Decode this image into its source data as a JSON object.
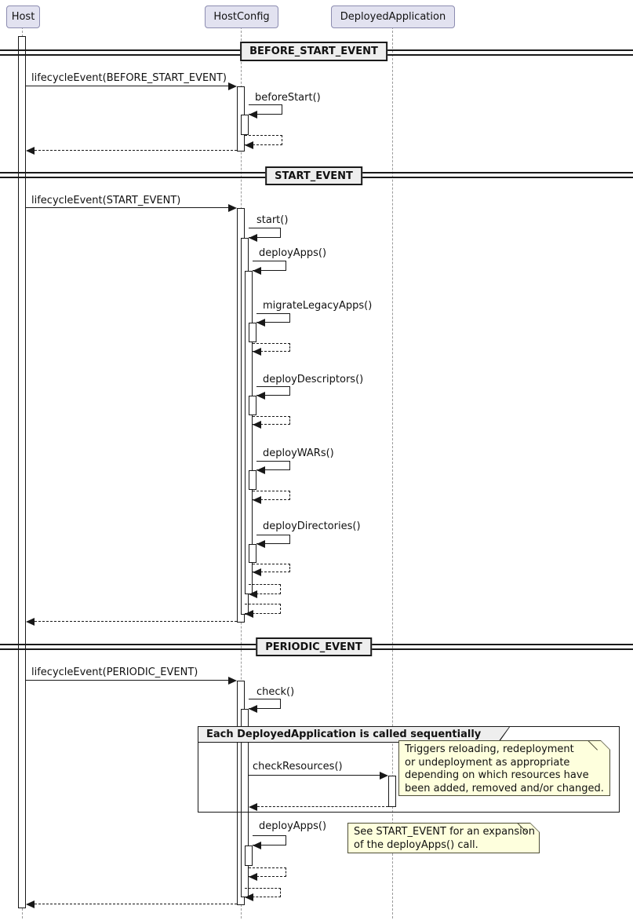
{
  "participants": [
    {
      "name": "Host"
    },
    {
      "name": "HostConfig"
    },
    {
      "name": "DeployedApplication"
    }
  ],
  "dividers": [
    {
      "label": "BEFORE_START_EVENT"
    },
    {
      "label": "START_EVENT"
    },
    {
      "label": "PERIODIC_EVENT"
    }
  ],
  "messages": {
    "lifecycle_before_start": "lifecycleEvent(BEFORE_START_EVENT)",
    "before_start": "beforeStart()",
    "lifecycle_start": "lifecycleEvent(START_EVENT)",
    "start": "start()",
    "deploy_apps": "deployApps()",
    "migrate_legacy_apps": "migrateLegacyApps()",
    "deploy_descriptors": "deployDescriptors()",
    "deploy_wars": "deployWARs()",
    "deploy_directories": "deployDirectories()",
    "lifecycle_periodic": "lifecycleEvent(PERIODIC_EVENT)",
    "check": "check()",
    "check_resources": "checkResources()",
    "deploy_apps_periodic": "deployApps()"
  },
  "group": {
    "label": "Each DeployedApplication is called sequentially"
  },
  "notes": {
    "check_resources": "Triggers reloading, redeployment\nor undeployment as appropriate\ndepending on which resources have\nbeen added, removed and/or changed.",
    "deploy_apps": "See START_EVENT for an expansion\nof the deployApps() call."
  },
  "colors": {
    "participant_fill": "#E2E2F0",
    "participant_border": "#8c8cb0",
    "note_fill": "#FEFFDD",
    "divider_fill": "#EEEEEE",
    "frame_header_fill": "#EEEEEE",
    "line": "#181818",
    "lifeline": "#9a9a9a"
  }
}
